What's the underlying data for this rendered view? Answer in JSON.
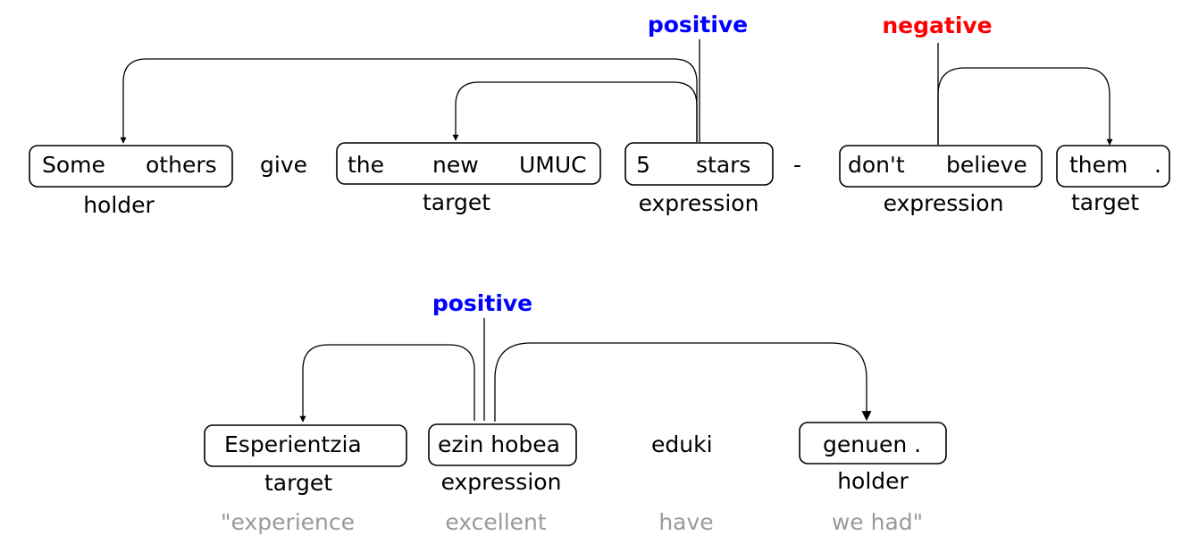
{
  "colors": {
    "positive": "#0000ff",
    "negative": "#ff0000",
    "gloss": "#9a9a9a"
  },
  "example1": {
    "tokens": [
      "Some",
      "others",
      "give",
      "the",
      "new",
      "UMUC",
      "5",
      "stars",
      "-",
      "don't",
      "believe",
      "them",
      "."
    ],
    "labels": [
      "holder",
      "target",
      "expression",
      "expression",
      "target"
    ],
    "polarities": [
      "positive",
      "negative"
    ]
  },
  "example2": {
    "tokens": [
      "Esperientzia",
      "ezin hobea",
      "eduki",
      "genuen ."
    ],
    "labels": [
      "target",
      "expression",
      "holder"
    ],
    "polarities": [
      "positive"
    ],
    "gloss": [
      "\"experience",
      "excellent",
      "have",
      "we had\""
    ]
  }
}
